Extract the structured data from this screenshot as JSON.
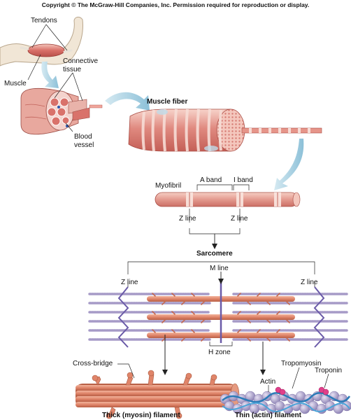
{
  "copyright": "Copyright © The McGraw-Hill Companies, Inc. Permission required for reproduction or display.",
  "labels": {
    "tendons": "Tendons",
    "muscle": "Muscle",
    "connective_tissue_1": "Connective",
    "connective_tissue_2": "tissue",
    "blood_vessel_1": "Blood",
    "blood_vessel_2": "vessel",
    "muscle_fiber": "Muscle fiber",
    "myofibril": "Myofibril",
    "a_band": "A band",
    "i_band": "I band",
    "z_line_left_upper": "Z line",
    "z_line_right_upper": "Z line",
    "sarcomere": "Sarcomere",
    "m_line": "M line",
    "z_line_left": "Z line",
    "z_line_right": "Z line",
    "h_zone": "H zone",
    "cross_bridge": "Cross-bridge",
    "tropomyosin": "Tropomyosin",
    "actin": "Actin",
    "troponin": "Troponin",
    "thick_filament": "Thick (myosin) filament",
    "thin_filament": "Thin (actin) filament"
  },
  "colors": {
    "muscle_red": "#d9726b",
    "muscle_light": "#f2c2b8",
    "myosin_orange": "#e0856a",
    "actin_purple": "#a69ac7",
    "tropomyosin_blue": "#2b7bb7",
    "troponin_pink": "#e0408a",
    "z_line_violet": "#6a5aa8",
    "arrow_blue": "#a8cfe0"
  }
}
